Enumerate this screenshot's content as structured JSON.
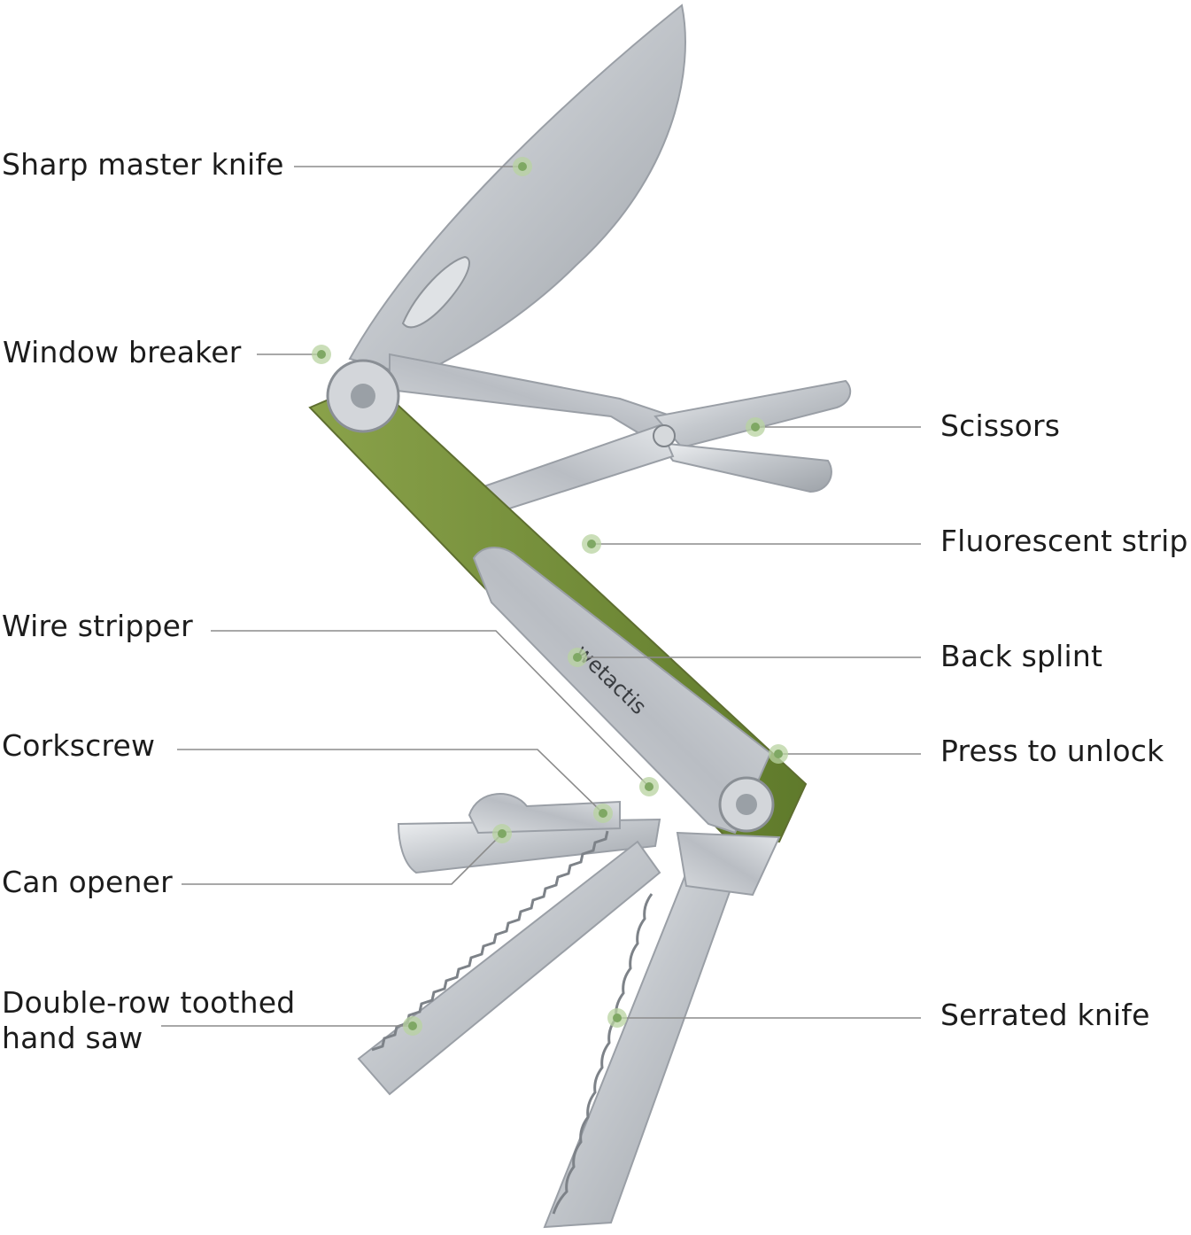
{
  "callouts": [
    {
      "id": "sharp-master-knife",
      "lines": [
        "Sharp master knife"
      ]
    },
    {
      "id": "window-breaker",
      "lines": [
        "Window breaker"
      ]
    },
    {
      "id": "scissors",
      "lines": [
        "Scissors"
      ]
    },
    {
      "id": "fluorescent-strip",
      "lines": [
        "Fluorescent strip"
      ]
    },
    {
      "id": "wire-stripper",
      "lines": [
        "Wire stripper"
      ]
    },
    {
      "id": "back-splint",
      "lines": [
        "Back splint"
      ]
    },
    {
      "id": "corkscrew",
      "lines": [
        "Corkscrew"
      ]
    },
    {
      "id": "press-to-unlock",
      "lines": [
        "Press to unlock"
      ]
    },
    {
      "id": "can-opener",
      "lines": [
        "Can opener"
      ]
    },
    {
      "id": "double-row-toothed-hand-saw",
      "lines": [
        "Double-row toothed",
        "hand saw"
      ]
    },
    {
      "id": "serrated-knife",
      "lines": [
        "Serrated knife"
      ]
    }
  ],
  "brand_engraving": "wetactis",
  "colors": {
    "marker": "#7fa864",
    "handle": "#6f8a35",
    "steel": "#c9ccd0",
    "leader": "#8c8c8c",
    "text": "#1c1c1c"
  }
}
